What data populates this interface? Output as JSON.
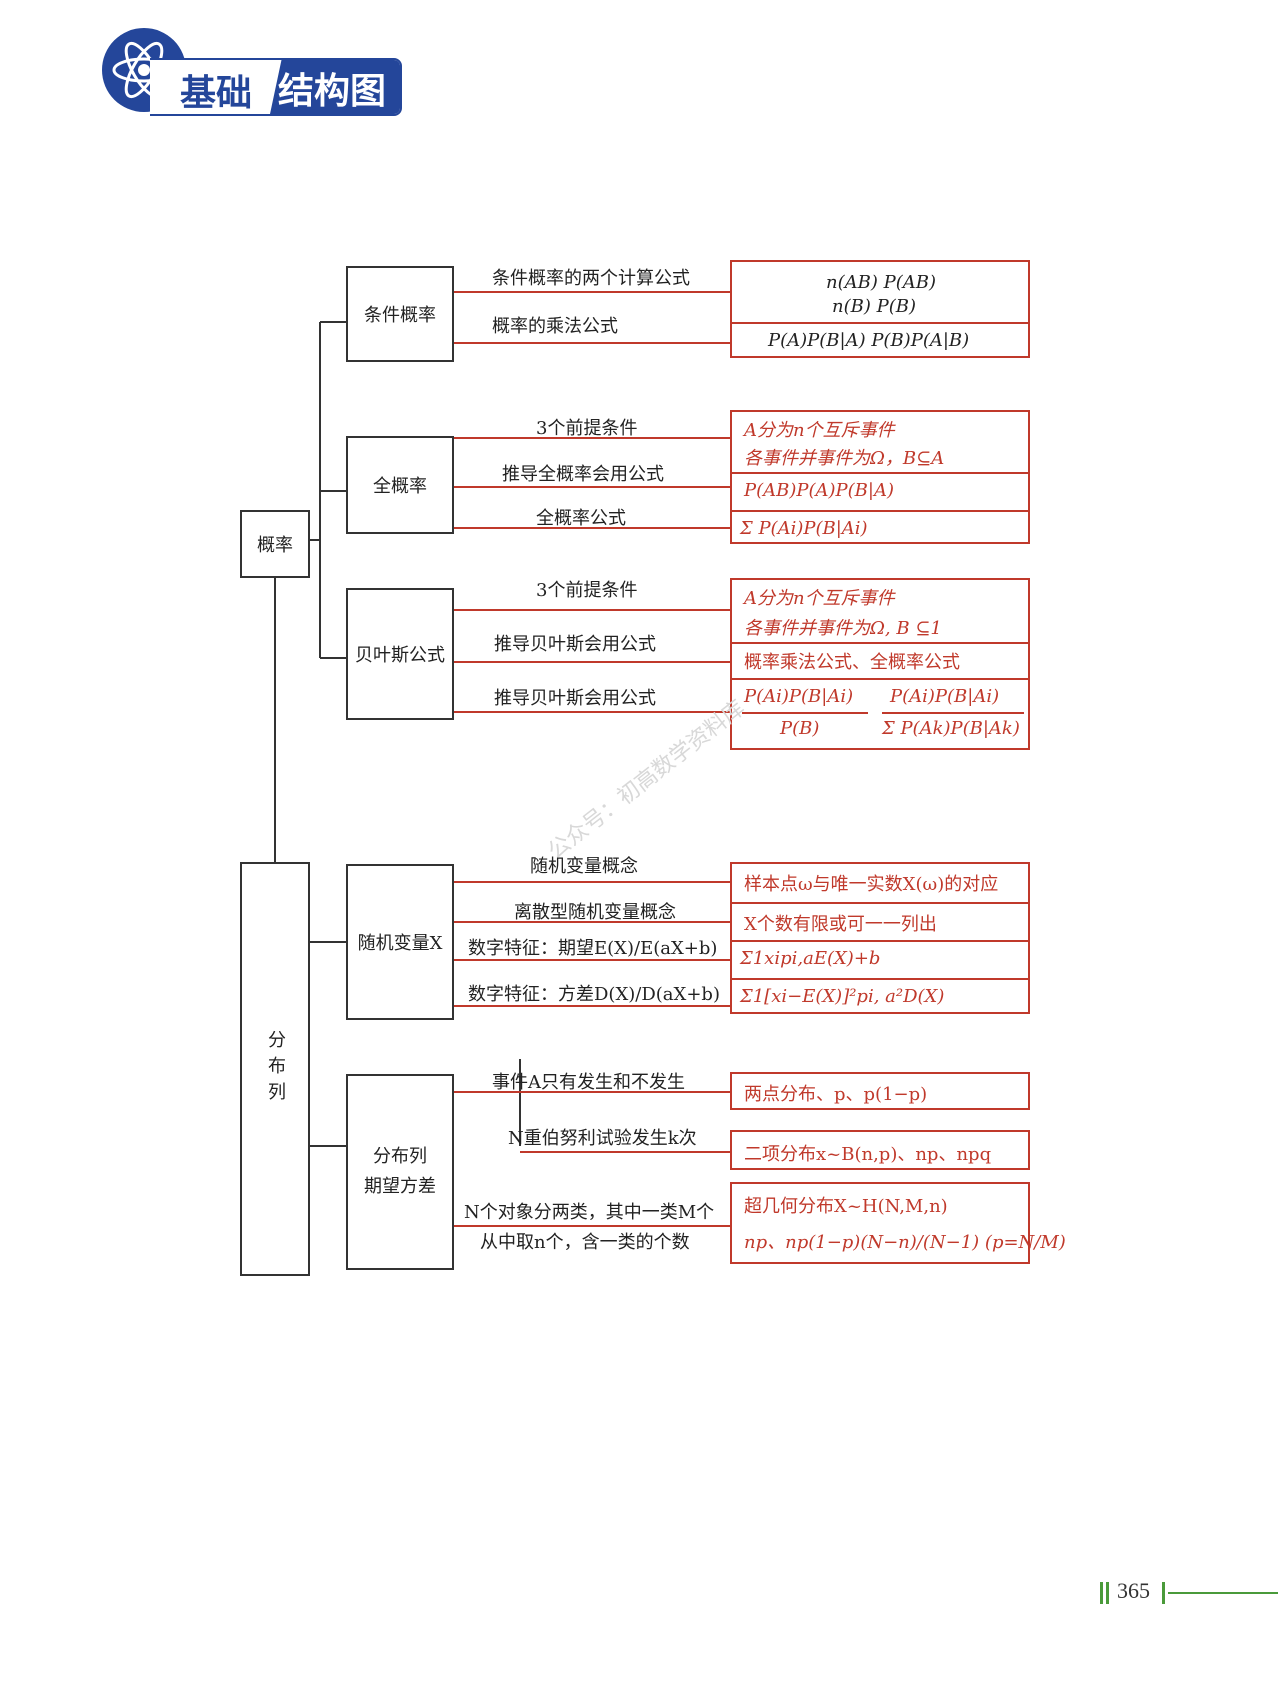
{
  "header": {
    "title_left": "基础",
    "title_right": "结构图"
  },
  "nodes": {
    "root1": "概率",
    "root2": "分布列",
    "conditional": "条件概率",
    "total": "全概率",
    "bayes": "贝叶斯公式",
    "random_var": "随机变量X",
    "dist_exp": "分布列\n期望方差"
  },
  "labels": {
    "cond_1": "条件概率的两个计算公式",
    "cond_2": "概率的乘法公式",
    "total_1": "3个前提条件",
    "total_2": "推导全概率会用公式",
    "total_3": "全概率公式",
    "bayes_1": "3个前提条件",
    "bayes_2": "推导贝叶斯会用公式",
    "bayes_3": "推导贝叶斯会用公式",
    "rv_1": "随机变量概念",
    "rv_2": "离散型随机变量概念",
    "rv_3": "数字特征：期望E(X)/E(aX+b)",
    "rv_4": "数字特征：方差D(X)/D(aX+b)",
    "de_1": "事件A只有发生和不发生",
    "de_2": "N重伯努利试验发生k次",
    "de_3a": "N个对象分两类，其中一类M个",
    "de_3b": "从中取n个，含一类的个数"
  },
  "formulas": {
    "cond_f1a": "n(AB)  P(AB)",
    "cond_f1b": "n(B)     P(B)",
    "cond_f2": "P(A)P(B|A)  P(B)P(A|B)",
    "total_f1a": "A分为n个互斥事件",
    "total_f1b": "各事件并事件为Ω，B⊆A",
    "total_f2": "P(AB)P(A)P(B|A)",
    "total_f3": "Σ P(Ai)P(B|Ai)",
    "bayes_f1a": "A分为n个互斥事件",
    "bayes_f1b": "各事件并事件为Ω, B ⊆1",
    "bayes_f2": "概率乘法公式、全概率公式",
    "bayes_f3a": "P(Ai)P(B|Ai)",
    "bayes_f3b": "P(B)",
    "bayes_f3c": "P(Ai)P(B|Ai)",
    "bayes_f3d": "Σ P(Ak)P(B|Ak)",
    "rv_f1": "样本点ω与唯一实数X(ω)的对应",
    "rv_f2": "X个数有限或可一一列出",
    "rv_f3": "Σ1xipi,aE(X)+b",
    "rv_f4": "Σ1[xi−E(X)]²pi, a²D(X)",
    "de_f1": "两点分布、p、p(1−p)",
    "de_f2": "二项分布x~B(n,p)、np、npq",
    "de_f3a": "超几何分布X~H(N,M,n)",
    "de_f3b": "np、np(1−p)(N−n)/(N−1) (p=N/M)"
  },
  "watermark": "公众号：初高数学资料库",
  "page_number": "365",
  "colors": {
    "brand_blue": "#24469a",
    "formula_red": "#c0392b",
    "page_green": "#4a9a3a"
  }
}
